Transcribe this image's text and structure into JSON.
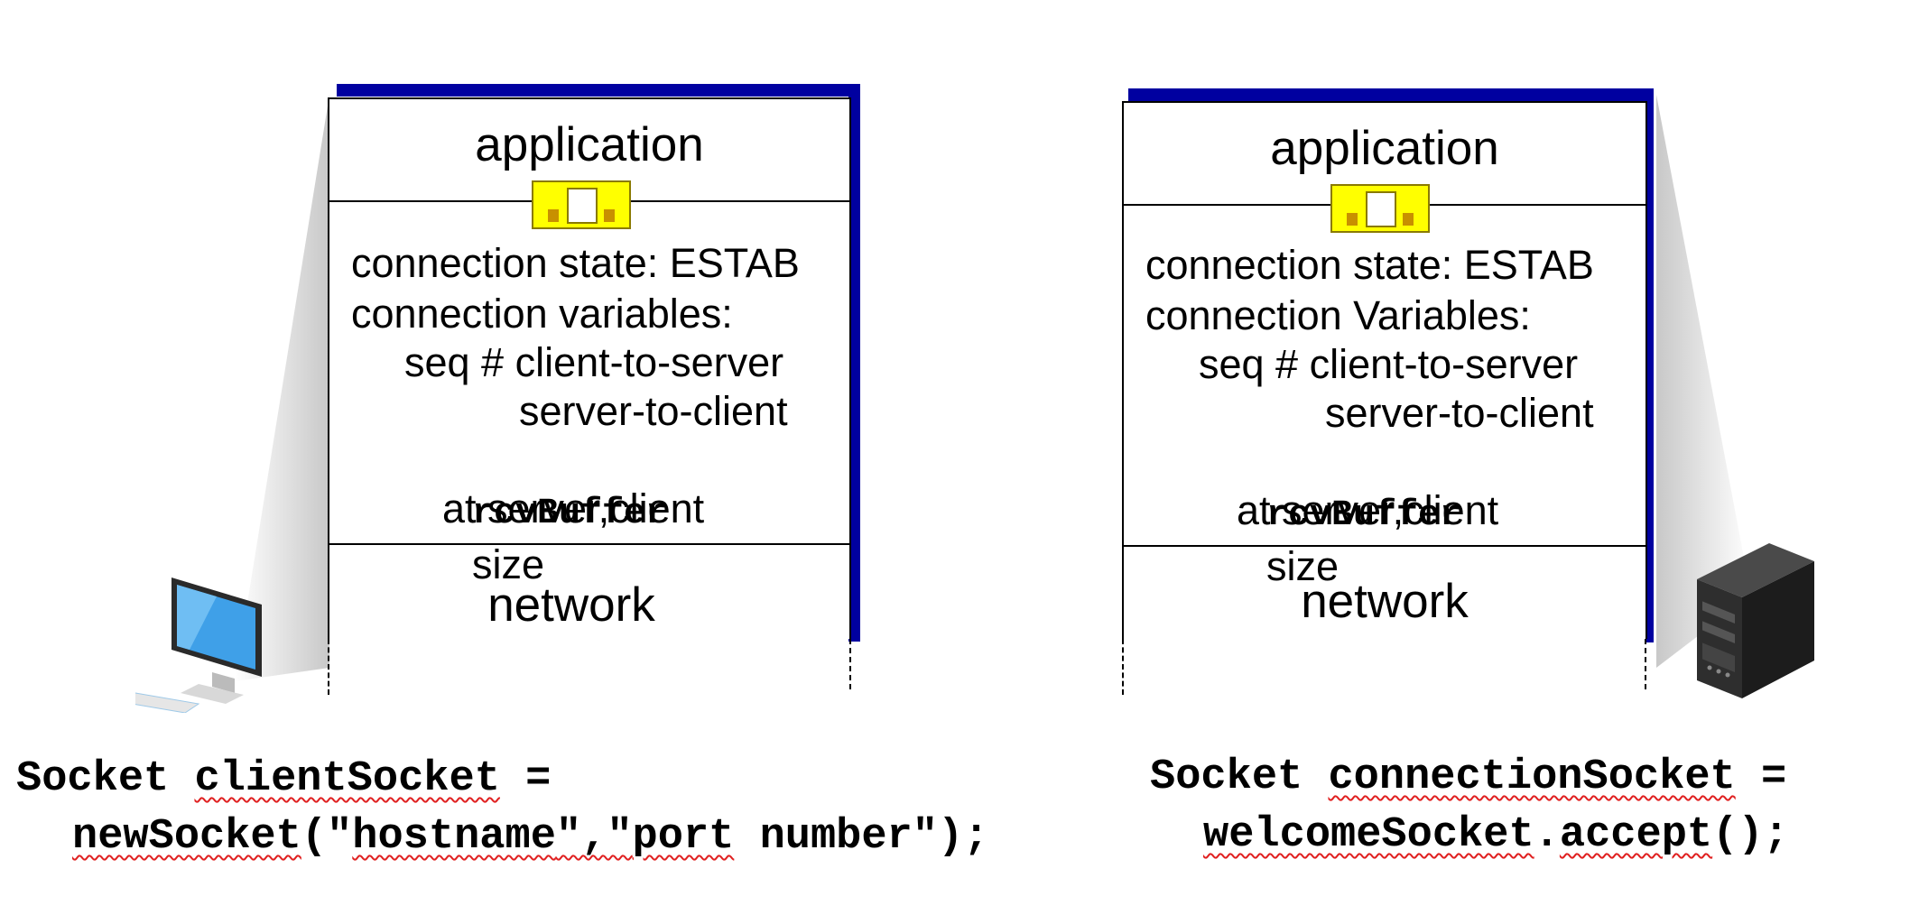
{
  "client": {
    "application_label": "application",
    "state_lines": [
      "connection state: ESTAB",
      "connection variables:",
      "seq # client-to-server",
      "server-to-client",
      "size",
      "at server,client"
    ],
    "rcv_buffer_label": "rcvBuffer",
    "network_label": "network",
    "code": {
      "line1_keyword": "Socket",
      "line1_var": "clientSocket",
      "line1_eq": "=",
      "line2_call": "newSocket",
      "line2_open": "(\"",
      "line2_arg1": "hostname",
      "line2_sep": "\",\"",
      "line2_arg2a": "port",
      "line2_arg2b": " number",
      "line2_close": "\");"
    },
    "device_icon": "desktop-computer-icon"
  },
  "server": {
    "application_label": "application",
    "state_lines": [
      "connection state: ESTAB",
      "connection Variables:",
      "seq # client-to-server",
      "server-to-client",
      "size",
      "at server,client"
    ],
    "rcv_buffer_label": "rcvBuffer",
    "network_label": "network",
    "code": {
      "line1_keyword": "Socket",
      "line1_var": "connectionSocket",
      "line1_eq": "=",
      "line2_call": "welcomeSocket",
      "line2_dot": ".",
      "line2_method": "accept",
      "line2_close": "();"
    },
    "device_icon": "server-tower-icon"
  },
  "colors": {
    "panel_shadow": "#0000a0",
    "socket_fill": "#ffff00",
    "spellcheck_underline": "#e02020"
  }
}
